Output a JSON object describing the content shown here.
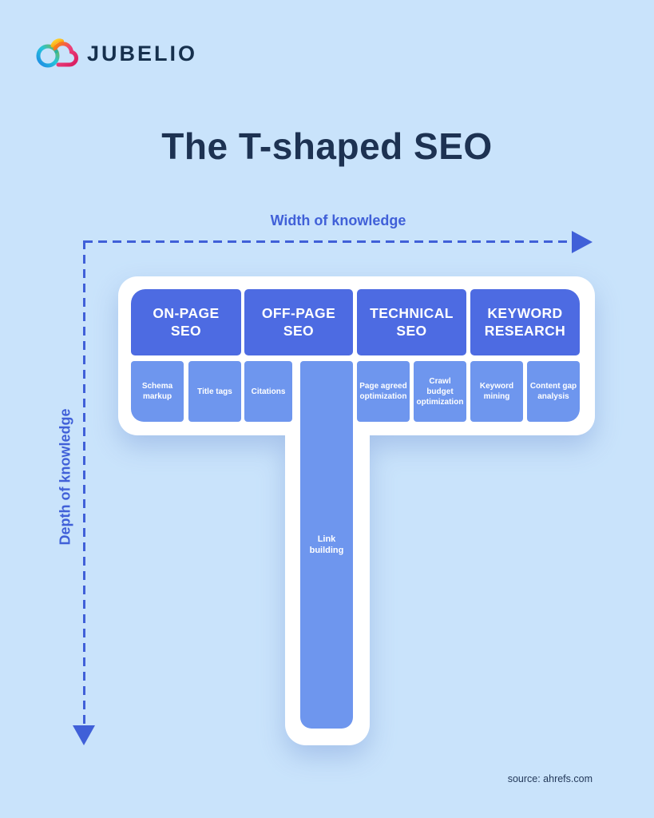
{
  "logo": {
    "brand": "JUBELIO"
  },
  "title": "The T-shaped SEO",
  "axes": {
    "width_label": "Width of knowledge",
    "depth_label": "Depth of knowledge"
  },
  "columns": [
    {
      "header": "ON-PAGE SEO",
      "items": [
        "Schema markup",
        "Title tags"
      ]
    },
    {
      "header": "OFF-PAGE SEO",
      "items": [
        "Citations"
      ],
      "stem": "Link building"
    },
    {
      "header": "TECHNICAL SEO",
      "items": [
        "Page agreed optimization",
        "Crawl budget optimization"
      ]
    },
    {
      "header": "KEYWORD RESEARCH",
      "items": [
        "Keyword mining",
        "Content gap analysis"
      ]
    }
  ],
  "source": "source: ahrefs.com",
  "colors": {
    "bg": "#c9e3fb",
    "panel": "#ffffff",
    "header_blue": "#4d6be2",
    "box_blue": "#6e96ee",
    "axis_blue": "#4060d8",
    "title_navy": "#1d3252"
  },
  "icons": {
    "logo_icon": "jubelio-cloud-rings"
  }
}
